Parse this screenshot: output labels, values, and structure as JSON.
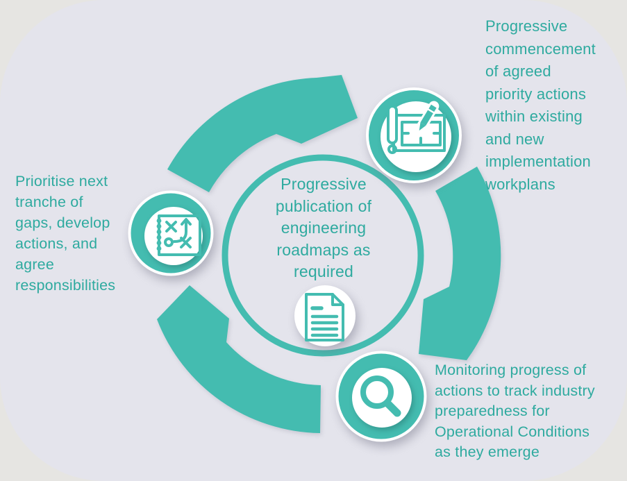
{
  "title": "Engineering roadmaps cycle diagram",
  "colors": {
    "teal_shapes": "#44BCB0",
    "teal_text": "#2EAA9F",
    "panel_background": "#E4E4EC",
    "page_background": "#E6E5E2",
    "badge_ring": "#FFFFFF"
  },
  "center": {
    "text": "Progressive\npublication of\nengineering\nroadmaps as\nrequired",
    "icon": "document-icon"
  },
  "labels": {
    "top_right": {
      "text": "Progressive\ncommencement\nof agreed\npriority actions\nwithin existing\nand new\nimplementation\nworkplans"
    },
    "left": {
      "text": "Prioritise next\ntranche of\ngaps, develop\nactions, and\nagree\nresponsibilities"
    },
    "bottom_right": {
      "text": "Monitoring progress of\nactions to track industry\npreparedness for\nOperational Conditions\nas they emerge"
    }
  },
  "icons": {
    "top_right": "blueprint-pencil-icon",
    "left": "strategy-plan-icon",
    "bottom": "magnifying-glass-icon",
    "center": "document-icon"
  },
  "arrows": [
    {
      "name": "cycle-arrow-top",
      "from": "strategy step",
      "to": "blueprint step",
      "direction": "clockwise"
    },
    {
      "name": "cycle-arrow-right",
      "from": "blueprint step",
      "to": "monitoring step",
      "direction": "clockwise"
    },
    {
      "name": "cycle-arrow-bottom-left",
      "from": "monitoring step",
      "to": "strategy step",
      "direction": "clockwise"
    }
  ]
}
